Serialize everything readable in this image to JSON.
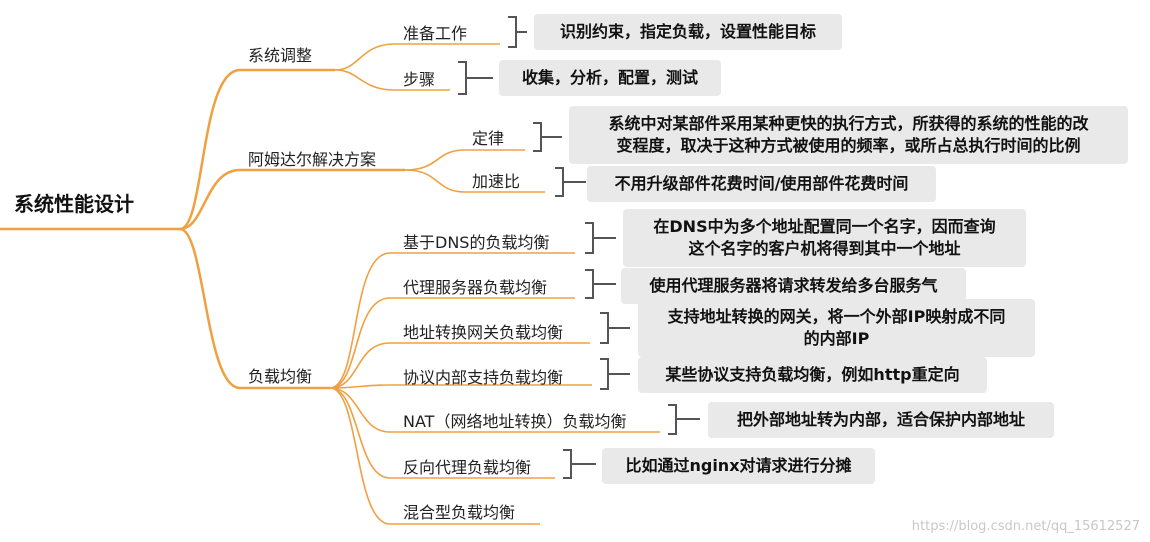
{
  "title": "系统性能设计",
  "branches": [
    {
      "label": "系统调整",
      "children": [
        {
          "label": "准备工作",
          "note": "识别约束，指定负载，设置性能目标"
        },
        {
          "label": "步骤",
          "note": "收集，分析，配置，测试"
        }
      ]
    },
    {
      "label": "阿姆达尔解决方案",
      "children": [
        {
          "label": "定律",
          "note": "系统中对某部件采用某种更快的执行方式，所获得的系统的性能的改\n变程度，取决于这种方式被使用的频率，或所占总执行时间的比例"
        },
        {
          "label": "加速比",
          "note": "不用升级部件花费时间/使用部件花费时间"
        }
      ]
    },
    {
      "label": "负载均衡",
      "children": [
        {
          "label": "基于DNS的负载均衡",
          "note": "在DNS中为多个地址配置同一个名字，因而查询\n这个名字的客户机将得到其中一个地址"
        },
        {
          "label": "代理服务器负载均衡",
          "note": "使用代理服务器将请求转发给多台服务气"
        },
        {
          "label": "地址转换网关负载均衡",
          "note": "支持地址转换的网关，将一个外部IP映射成不同\n的内部IP"
        },
        {
          "label": "协议内部支持负载均衡",
          "note": "某些协议支持负载均衡，例如http重定向"
        },
        {
          "label": "NAT（网络地址转换）负载均衡",
          "note": "把外部地址转为内部，适合保护内部地址"
        },
        {
          "label": "反向代理负载均衡",
          "note": "比如通过nginx对请求进行分摊"
        },
        {
          "label": "混合型负载均衡"
        }
      ]
    }
  ],
  "watermark": "https://blog.csdn.net/qq_15612527",
  "colors": {
    "line": "#f0a040",
    "bracket": "#555555",
    "note_bg": "#e9e9e9"
  }
}
